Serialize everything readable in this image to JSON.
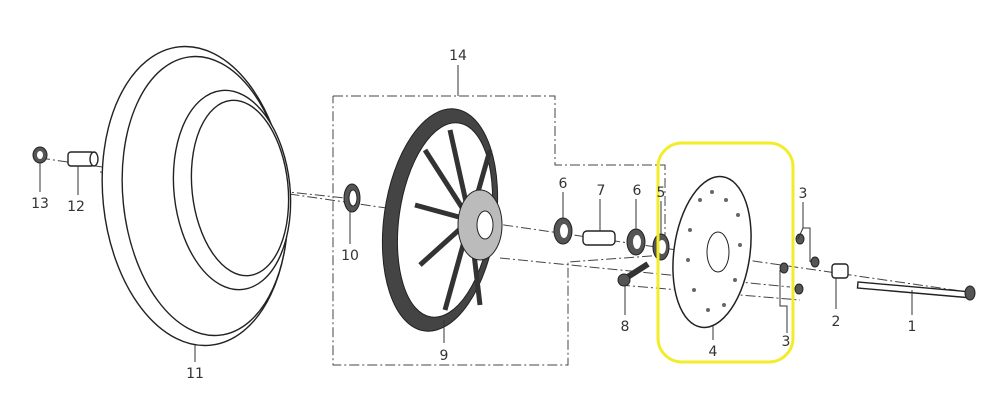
{
  "diagram": {
    "highlight_color": "#f2ec2a",
    "callouts": {
      "c1": "1",
      "c2": "2",
      "c3a": "3",
      "c3b": "3",
      "c4": "4",
      "c5": "5",
      "c6a": "6",
      "c6b": "6",
      "c7": "7",
      "c8": "8",
      "c9": "9",
      "c10": "10",
      "c11": "11",
      "c12": "12",
      "c13": "13",
      "c14": "14"
    }
  }
}
